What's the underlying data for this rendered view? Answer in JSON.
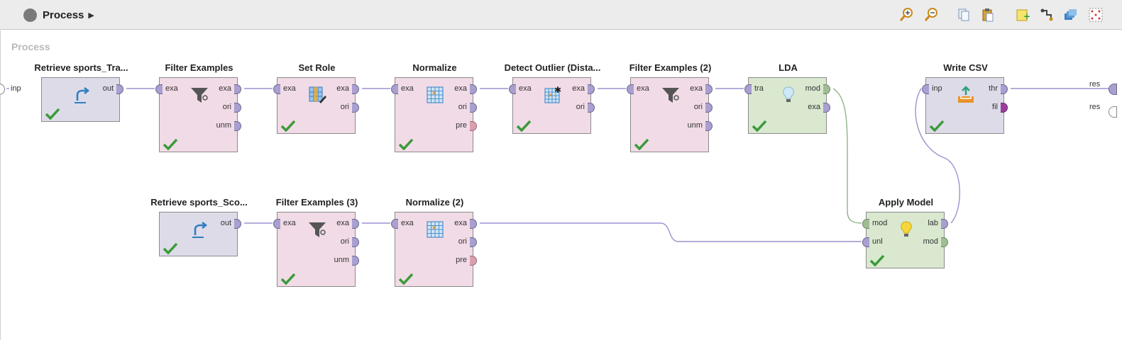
{
  "breadcrumb": {
    "label": "Process"
  },
  "toolbar": {
    "icons": [
      "zoom-in-icon",
      "zoom-out-icon",
      "copy-icon",
      "paste-icon",
      "add-note-icon",
      "auto-wire-icon",
      "layers-icon",
      "fit-grid-icon"
    ]
  },
  "canvas": {
    "title": "Process",
    "left_port": "inp",
    "right_ports": [
      "res",
      "res"
    ]
  },
  "operators": {
    "retrieve_train": {
      "title": "Retrieve sports_Tra...",
      "out": [
        "out"
      ]
    },
    "filter1": {
      "title": "Filter Examples",
      "in": [
        "exa"
      ],
      "out": [
        "exa",
        "ori",
        "unm"
      ]
    },
    "setrole": {
      "title": "Set Role",
      "in": [
        "exa"
      ],
      "out": [
        "exa",
        "ori"
      ]
    },
    "normalize1": {
      "title": "Normalize",
      "in": [
        "exa"
      ],
      "out": [
        "exa",
        "ori",
        "pre"
      ]
    },
    "outlier": {
      "title": "Detect Outlier (Dista...",
      "in": [
        "exa"
      ],
      "out": [
        "exa",
        "ori"
      ]
    },
    "filter2": {
      "title": "Filter Examples (2)",
      "in": [
        "exa"
      ],
      "out": [
        "exa",
        "ori",
        "unm"
      ]
    },
    "lda": {
      "title": "LDA",
      "in": [
        "tra"
      ],
      "out": [
        "mod",
        "exa"
      ]
    },
    "writecsv": {
      "title": "Write CSV",
      "in": [
        "inp"
      ],
      "out": [
        "thr",
        "fil"
      ]
    },
    "retrieve_score": {
      "title": "Retrieve sports_Sco...",
      "out": [
        "out"
      ]
    },
    "filter3": {
      "title": "Filter Examples (3)",
      "in": [
        "exa"
      ],
      "out": [
        "exa",
        "ori",
        "unm"
      ]
    },
    "normalize2": {
      "title": "Normalize (2)",
      "in": [
        "exa"
      ],
      "out": [
        "exa",
        "ori",
        "pre"
      ]
    },
    "applymodel": {
      "title": "Apply Model",
      "in": [
        "mod",
        "unl"
      ],
      "out": [
        "lab",
        "mod"
      ]
    }
  },
  "colors": {
    "wire": "#9b93cf",
    "model_wire": "#8fb586",
    "data_port": "#a99fd0",
    "check": "#3a9a3a"
  }
}
